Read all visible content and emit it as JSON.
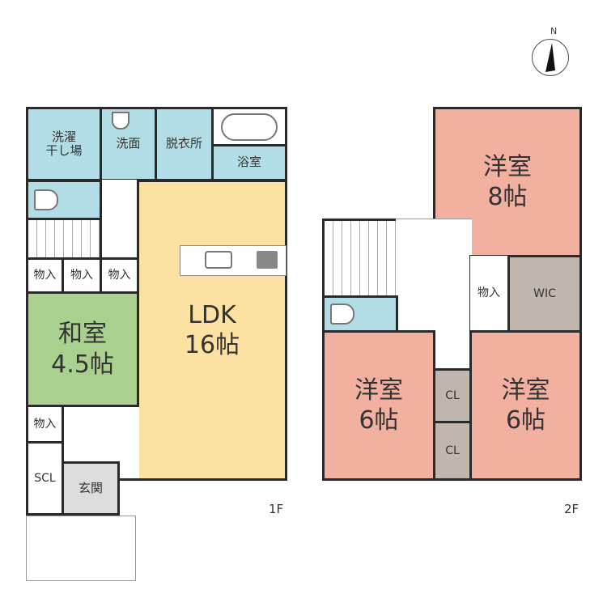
{
  "compass": {
    "label": "N"
  },
  "floor1": {
    "label": "1F",
    "rooms": {
      "laundry_drying": [
        "洗濯",
        "干し場"
      ],
      "washroom": "洗面",
      "dressing": "脱衣所",
      "bath": "浴室",
      "storage1": "物入",
      "storage2": "物入",
      "storage3": "物入",
      "washitsu": [
        "和室",
        "4.5帖"
      ],
      "ldk": [
        "LDK",
        "16帖"
      ],
      "storage4": "物入",
      "scl": "SCL",
      "entrance": "玄関"
    }
  },
  "floor2": {
    "label": "2F",
    "rooms": {
      "western8": [
        "洋室",
        "8帖"
      ],
      "storage": "物入",
      "wic": "WIC",
      "western6a": [
        "洋室",
        "6帖"
      ],
      "western6b": [
        "洋室",
        "6帖"
      ],
      "cl1": "CL",
      "cl2": "CL"
    }
  },
  "colors": {
    "wet": "#b3dde6",
    "ldk": "#fbe2a2",
    "washitsu": "#a9d08e",
    "western": "#f2b0a0",
    "closet": "#c0b6ae"
  }
}
